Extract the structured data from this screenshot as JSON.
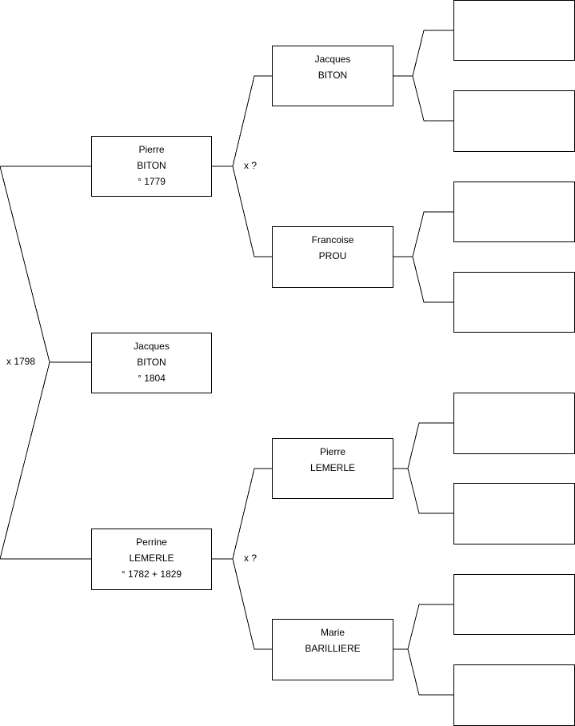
{
  "root": {
    "given_name": "Jacques",
    "surname": "BITON",
    "dates": "° 1804"
  },
  "father": {
    "given_name": "Pierre",
    "surname": "BITON",
    "dates": "° 1779"
  },
  "mother": {
    "given_name": "Perrine",
    "surname": "LEMERLE",
    "dates": "° 1782 + 1829"
  },
  "paternal_grandfather": {
    "given_name": "Jacques",
    "surname": "BITON"
  },
  "paternal_grandmother": {
    "given_name": "Francoise",
    "surname": "PROU"
  },
  "maternal_grandfather": {
    "given_name": "Pierre",
    "surname": "LEMERLE"
  },
  "maternal_grandmother": {
    "given_name": "Marie",
    "surname": "BARILLIERE"
  },
  "marriages": {
    "parents": "x 1798",
    "paternal_grandparents": "x ?",
    "maternal_grandparents": "x ?"
  },
  "colors": {
    "line": "#000000",
    "box_border": "#000000",
    "background": "#ffffff"
  }
}
